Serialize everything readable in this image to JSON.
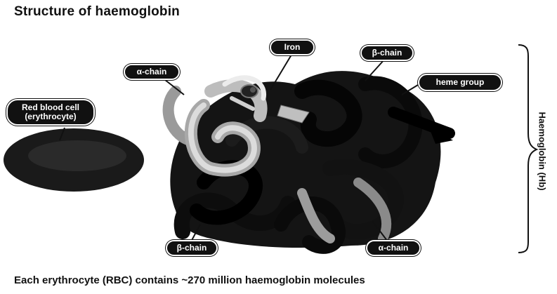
{
  "title": "Structure of haemoglobin",
  "labels": {
    "iron": "Iron",
    "beta_chain_top": "β-chain",
    "alpha_chain_top": "α-chain",
    "heme_group": "heme group",
    "rbc_line1": "Red blood cell",
    "rbc_line2": "(erythrocyte)",
    "beta_chain_bottom": "β-chain",
    "alpha_chain_bottom": "α-chain"
  },
  "side_label": "Haemoglobin (Hb)",
  "caption": "Each erythrocyte (RBC) contains ~270 million haemoglobin molecules"
}
